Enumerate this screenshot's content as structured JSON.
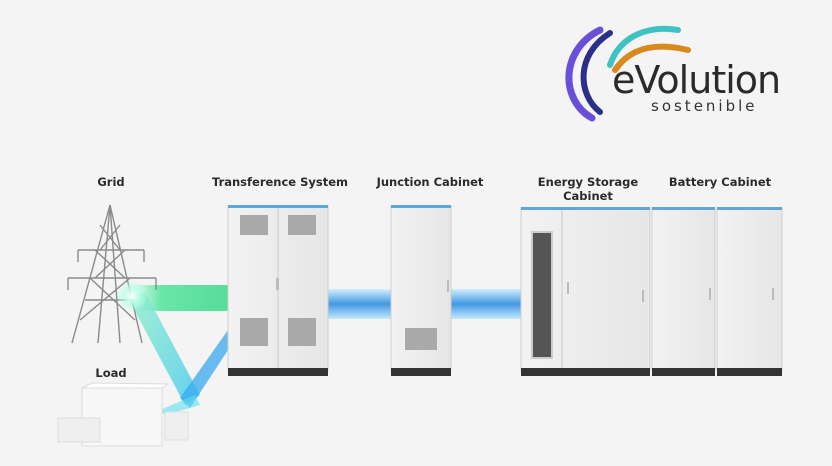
{
  "logo": {
    "name": "eVolution",
    "tagline": "sostenible"
  },
  "labels": {
    "grid": "Grid",
    "load": "Load",
    "transference": "Transference System",
    "junction": "Junction Cabinet",
    "energy_storage_line1": "Energy Storage",
    "energy_storage_line2": "Cabinet",
    "battery": "Battery Cabinet"
  },
  "colors": {
    "green_flow": "#3ee08a",
    "blue_flow": "#2f8fe0",
    "cyan_flow": "#5ee0f0",
    "logo_purple": "#6a4fd8",
    "logo_navy": "#2a2f8a",
    "logo_teal": "#3fc2c2",
    "logo_orange": "#d98a1e"
  }
}
